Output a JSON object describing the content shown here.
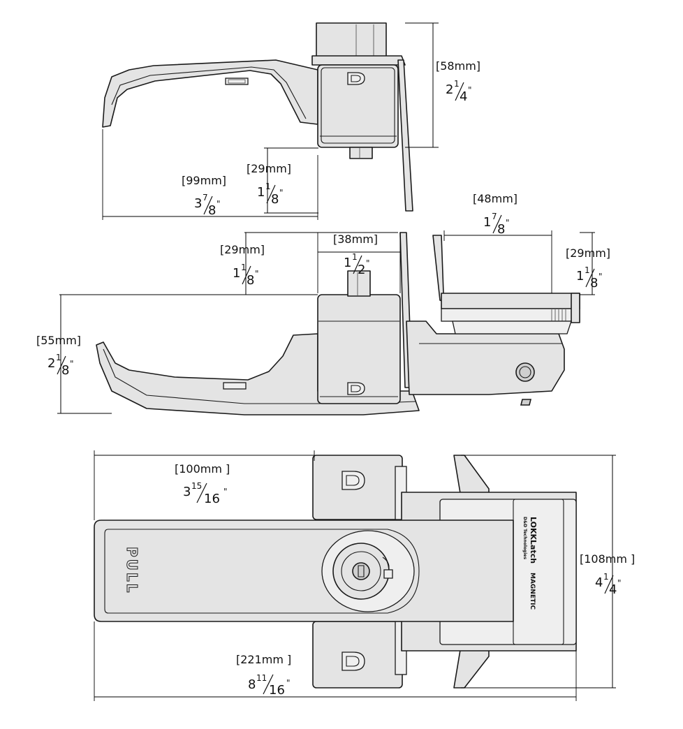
{
  "dimensions": {
    "top_height": {
      "mm": "[58mm]",
      "whole": "2",
      "num": "1",
      "den": "4",
      "mark": "\""
    },
    "top_stem": {
      "mm": "[29mm]",
      "whole": "1",
      "num": "1",
      "den": "8",
      "mark": "\""
    },
    "top_handle": {
      "mm": "[99mm]",
      "whole": "3",
      "num": "7",
      "den": "8",
      "mark": "\""
    },
    "keeper_width": {
      "mm": "[48mm]",
      "whole": "1",
      "num": "7",
      "den": "8",
      "mark": "\""
    },
    "stem_width": {
      "mm": "[38mm]",
      "whole": "1",
      "num": "1",
      "den": "2",
      "mark": "\""
    },
    "mid_stem": {
      "mm": "[29mm]",
      "whole": "1",
      "num": "1",
      "den": "8",
      "mark": "\""
    },
    "keeper_height": {
      "mm": "[29mm]",
      "whole": "1",
      "num": "1",
      "den": "8",
      "mark": "\""
    },
    "mid_height": {
      "mm": "[55mm]",
      "whole": "2",
      "num": "1",
      "den": "8",
      "mark": "\""
    },
    "front_handle": {
      "mm": "[100mm ]",
      "whole": "3",
      "num": "15",
      "den": "16",
      "mark": "\""
    },
    "front_height": {
      "mm": "[108mm ]",
      "whole": "4",
      "num": "1",
      "den": "4",
      "mark": "\""
    },
    "overall_length": {
      "mm": "[221mm ]",
      "whole": "8",
      "num": "11",
      "den": "16",
      "mark": "\""
    }
  },
  "product": {
    "handle_text": "PULL",
    "brand_name": "LOKKLatch",
    "brand_sub": "MAGNETIC",
    "brand_tagline": "D&D Technologies"
  },
  "colors": {
    "part_fill": "#e4e4e4",
    "line": "#1a1a1a",
    "background": "#ffffff"
  }
}
